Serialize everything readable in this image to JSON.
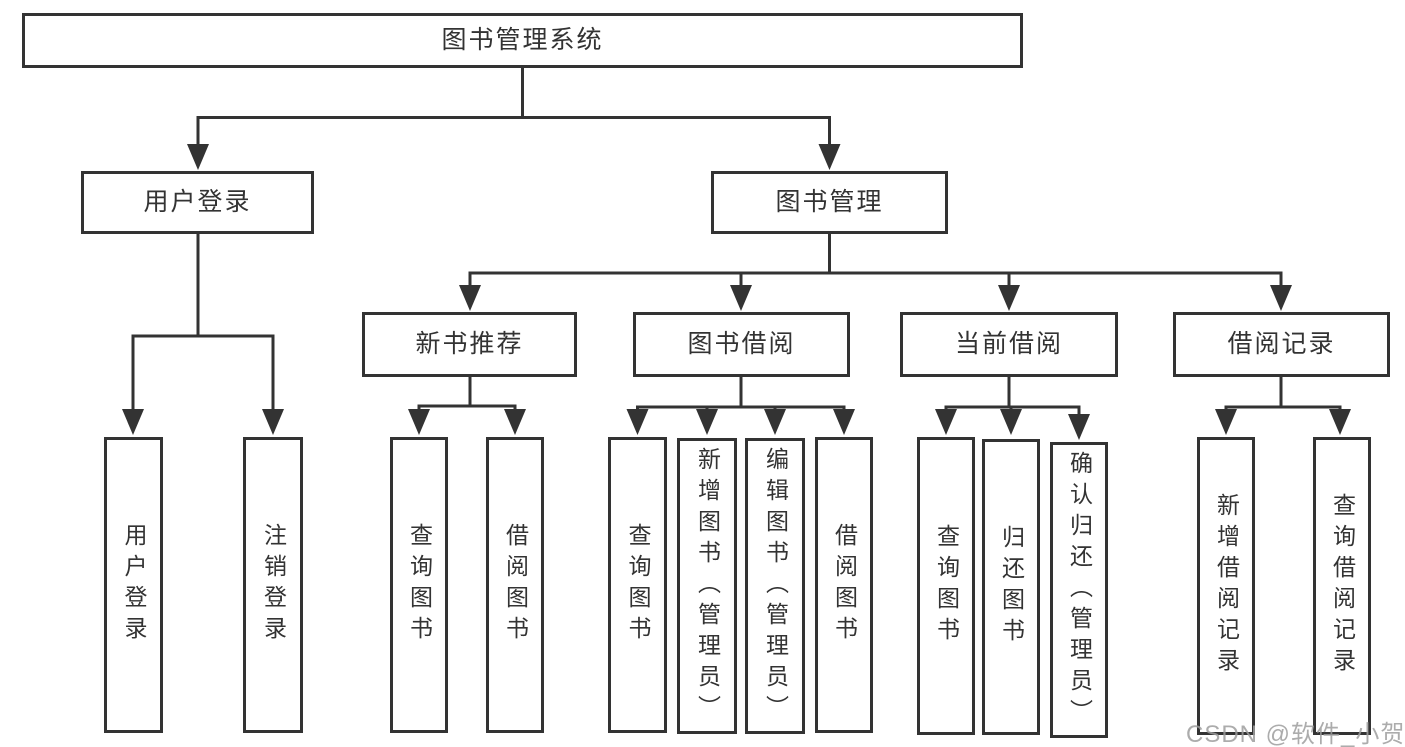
{
  "diagram": {
    "root": {
      "label": "图书管理系统"
    },
    "user_login": {
      "label": "用户登录",
      "children": {
        "login": {
          "label": "用户登录"
        },
        "logout": {
          "label": "注销登录"
        }
      }
    },
    "book_mgmt": {
      "label": "图书管理",
      "children": {
        "new_books": {
          "label": "新书推荐",
          "children": {
            "query": {
              "label": "查询图书"
            },
            "borrow": {
              "label": "借阅图书"
            }
          }
        },
        "borrowing": {
          "label": "图书借阅",
          "children": {
            "query": {
              "label": "查询图书"
            },
            "add": {
              "label": "新增图书（管理员）"
            },
            "edit": {
              "label": "编辑图书（管理员）"
            },
            "borrow": {
              "label": "借阅图书"
            }
          }
        },
        "current": {
          "label": "当前借阅",
          "children": {
            "query": {
              "label": "查询图书"
            },
            "return": {
              "label": "归还图书"
            },
            "confirm": {
              "label": "确认归还（管理员）"
            }
          }
        },
        "records": {
          "label": "借阅记录",
          "children": {
            "add": {
              "label": "新增借阅记录"
            },
            "query": {
              "label": "查询借阅记录"
            }
          }
        }
      }
    },
    "colors": {
      "line": "#333333",
      "text": "#333333",
      "background": "#ffffff",
      "watermark": "#9e9e9e"
    }
  },
  "watermark": {
    "text": "CSDN @软件_小贺同学"
  }
}
